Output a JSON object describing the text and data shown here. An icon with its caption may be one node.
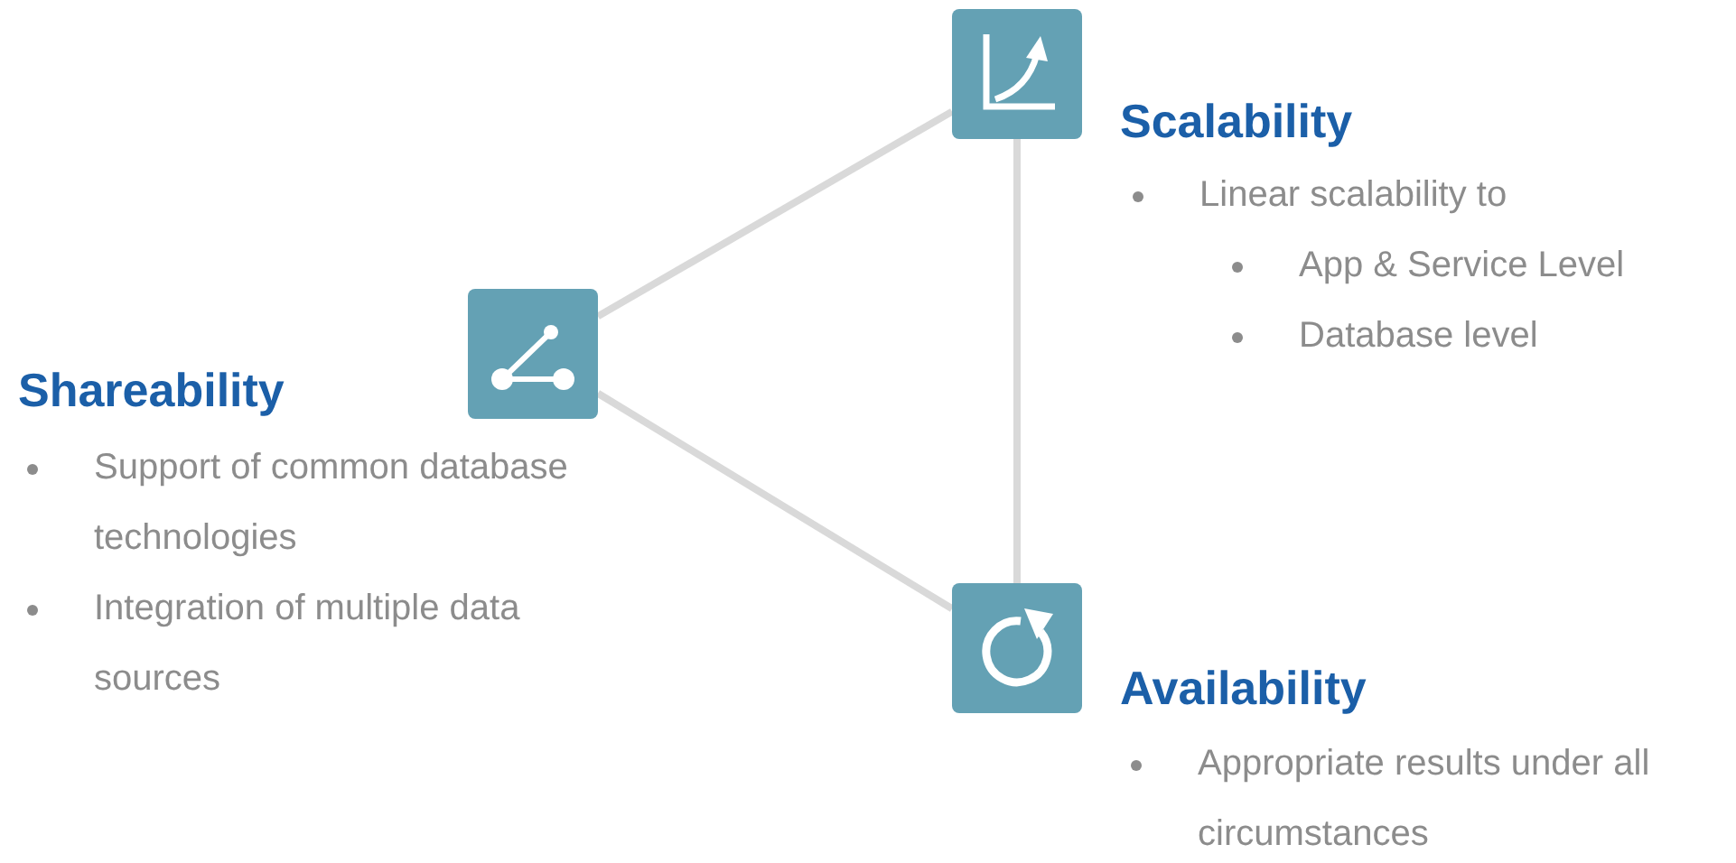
{
  "diagram": {
    "nodes": [
      {
        "text": [],
        "shape": "picture",
        "beside": [
          "Scalability",
          "Linear scalability to",
          "App & Service Level",
          "Database level"
        ]
      },
      {
        "text": [],
        "shape": "picture",
        "beside": [
          "Shareability",
          "Support of common database technologies",
          "Integration of multiple data sources"
        ]
      },
      {
        "text": [],
        "shape": "picture",
        "beside": [
          "Availability",
          "Appropriate results under all circumstances"
        ]
      }
    ],
    "edges": [
      {
        "from": 0,
        "to": 1,
        "arrow": "none"
      },
      {
        "from": 1,
        "to": 2,
        "arrow": "none"
      },
      {
        "from": 0,
        "to": 2,
        "arrow": "none"
      }
    ]
  }
}
